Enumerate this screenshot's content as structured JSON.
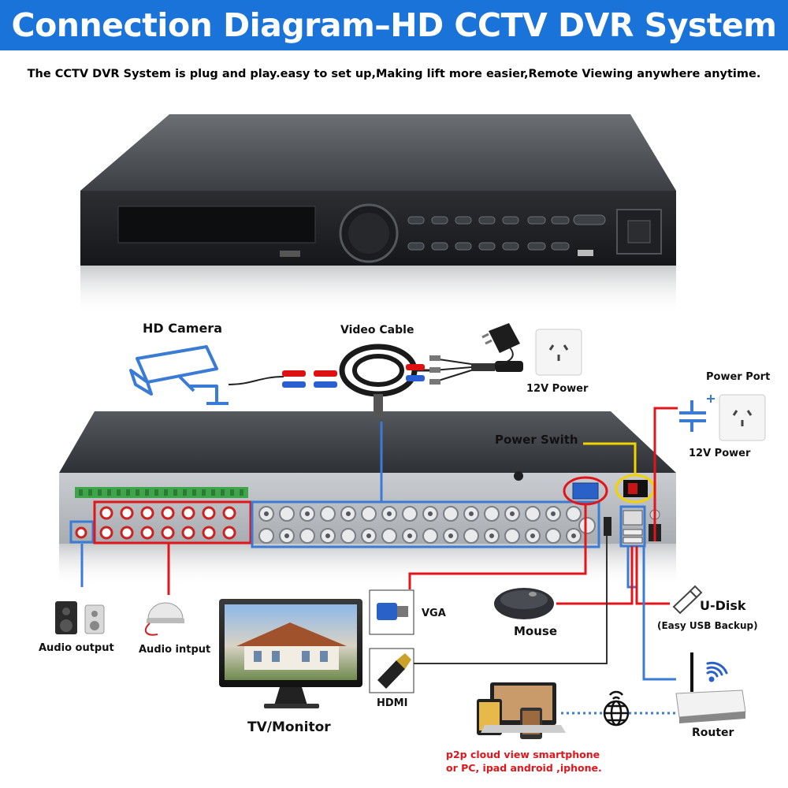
{
  "title": "Connection Diagram–HD CCTV DVR System",
  "subtitle": "The CCTV DVR System is plug and play.easy to set up,Making lift more easier,Remote Viewing anywhere anytime.",
  "labels": {
    "hd_camera": "HD Camera",
    "video_cable": "Video Cable",
    "power_12v_top": "12V Power",
    "power_port": "Power Port",
    "power_12v_right": "12V Power",
    "power_switch": "Power Swith",
    "audio_output": "Audio output",
    "audio_input": "Audio intput",
    "tv_monitor": "TV/Monitor",
    "vga": "VGA",
    "hdmi": "HDMI",
    "mouse": "Mouse",
    "udisk": "U-Disk",
    "udisk_note": "(Easy USB Backup)",
    "router": "Router",
    "p2p_line1": "p2p cloud  view smartphone",
    "p2p_line2": "or PC, ipad android ,iphone."
  },
  "colors": {
    "banner": "#1a73d9",
    "blue_line": "#3a7bd5",
    "red_line": "#e0161b",
    "yellow_line": "#f2d300"
  }
}
